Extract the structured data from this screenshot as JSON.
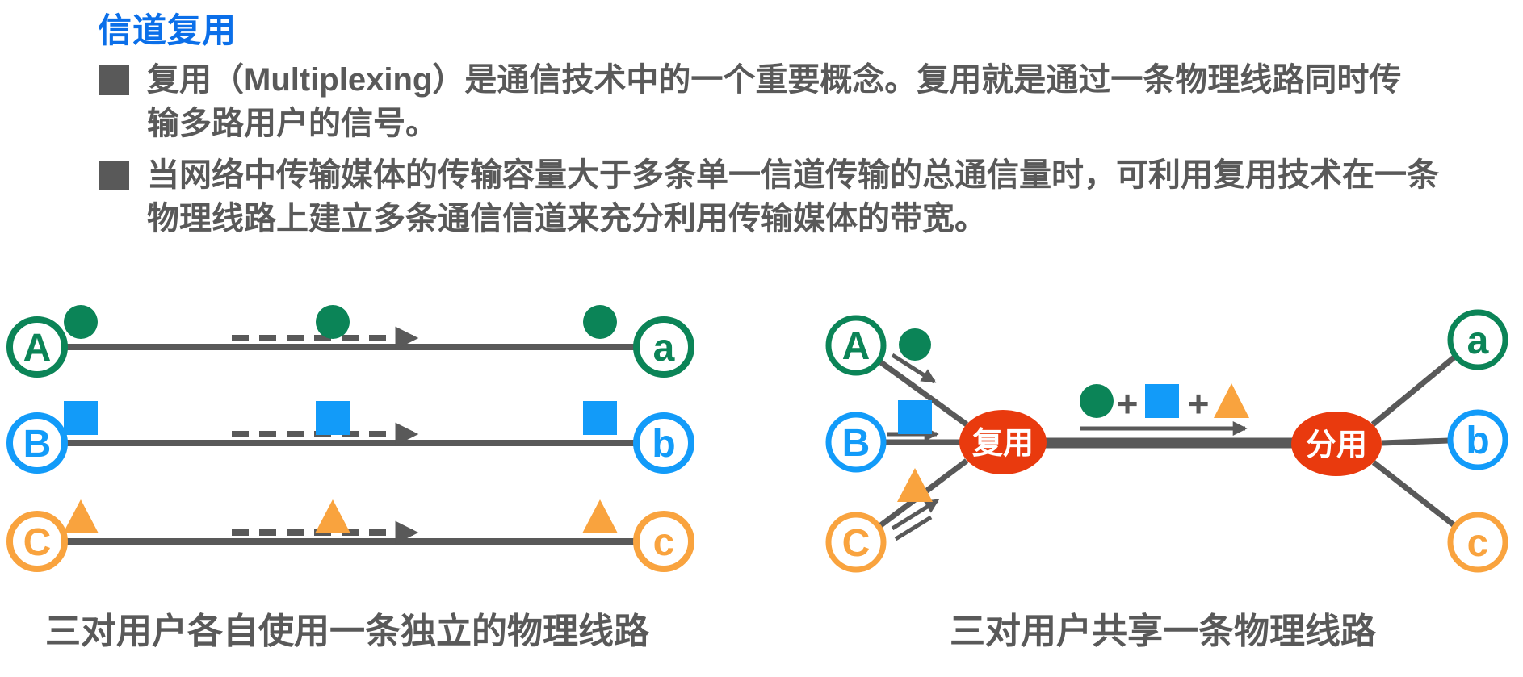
{
  "title": "信道复用",
  "bullets": [
    {
      "text": "复用（Multiplexing）是通信技术中的一个重要概念。复用就是通过一条物理线路同时传\n输多路用户的信号。"
    },
    {
      "text": "当网络中传输媒体的传输容量大于多条单一信道传输的总通信量时，可利用复用技术在一条\n物理线路上建立多条通信信道来充分利用传输媒体的带宽。"
    }
  ],
  "left": {
    "caption": "三对用户各自使用一条独立的物理线路",
    "rows": [
      {
        "sender": "A",
        "receiver": "a",
        "signal": "green-circle-icon",
        "color": "#0B8457"
      },
      {
        "sender": "B",
        "receiver": "b",
        "signal": "blue-square-icon",
        "color": "#129BF9"
      },
      {
        "sender": "C",
        "receiver": "c",
        "signal": "orange-triangle-icon",
        "color": "#F9A33E"
      }
    ]
  },
  "right": {
    "caption": "三对用户共享一条物理线路",
    "mux_label": "复用",
    "demux_label": "分用",
    "plus": "+",
    "channels": [
      {
        "sender": "A",
        "receiver": "a",
        "signal": "green-circle-icon",
        "color": "#0B8457"
      },
      {
        "sender": "B",
        "receiver": "b",
        "signal": "blue-square-icon",
        "color": "#129BF9"
      },
      {
        "sender": "C",
        "receiver": "c",
        "signal": "orange-triangle-icon",
        "color": "#F9A33E"
      }
    ],
    "combined_signal": [
      "green-circle-icon",
      "blue-square-icon",
      "orange-triangle-icon"
    ]
  },
  "colors": {
    "title_blue": "#0B6FE9",
    "text_gray": "#595959",
    "line_gray": "#595959",
    "green": "#0B8457",
    "blue": "#129BF9",
    "orange": "#F9A33E",
    "mux_red": "#E93A0E"
  }
}
